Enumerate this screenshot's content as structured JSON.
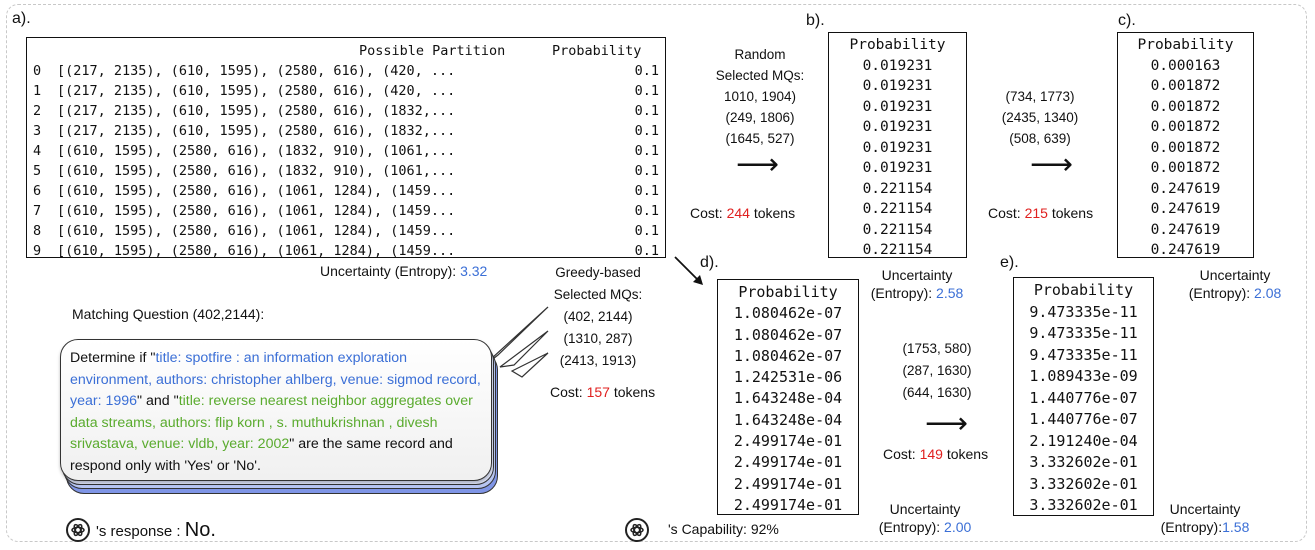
{
  "panels": {
    "a": "a).",
    "b": "b).",
    "c": "c).",
    "d": "d).",
    "e": "e)."
  },
  "table_a": {
    "header_partition": "Possible Partition",
    "header_probability": "Probability",
    "rows": [
      {
        "index": "0",
        "partition": "[(217, 2135), (610, 1595), (2580, 616), (420, ...",
        "probability": "0.1"
      },
      {
        "index": "1",
        "partition": "[(217, 2135), (610, 1595), (2580, 616), (420, ...",
        "probability": "0.1"
      },
      {
        "index": "2",
        "partition": "[(217, 2135), (610, 1595), (2580, 616), (1832,...",
        "probability": "0.1"
      },
      {
        "index": "3",
        "partition": "[(217, 2135), (610, 1595), (2580, 616), (1832,...",
        "probability": "0.1"
      },
      {
        "index": "4",
        "partition": "[(610, 1595), (2580, 616), (1832, 910), (1061,...",
        "probability": "0.1"
      },
      {
        "index": "5",
        "partition": "[(610, 1595), (2580, 616), (1832, 910), (1061,...",
        "probability": "0.1"
      },
      {
        "index": "6",
        "partition": "[(610, 1595), (2580, 616), (1061, 1284), (1459...",
        "probability": "0.1"
      },
      {
        "index": "7",
        "partition": "[(610, 1595), (2580, 616), (1061, 1284), (1459...",
        "probability": "0.1"
      },
      {
        "index": "8",
        "partition": "[(610, 1595), (2580, 616), (1061, 1284), (1459...",
        "probability": "0.1"
      },
      {
        "index": "9",
        "partition": "[(610, 1595), (2580, 616), (1061, 1284), (1459...",
        "probability": "0.1"
      }
    ],
    "uncertainty_label": "Uncertainty (Entropy): ",
    "uncertainty_value": "3.32"
  },
  "random_mqs": {
    "title_line1": "Random",
    "title_line2": "Selected MQs:",
    "items": [
      "1010, 1904)",
      "(249, 1806)",
      "(1645, 527)"
    ],
    "cost_prefix": "Cost: ",
    "cost_value": "244",
    "cost_suffix": " tokens"
  },
  "table_b": {
    "header": "Probability",
    "values": [
      "0.019231",
      "0.019231",
      "0.019231",
      "0.019231",
      "0.019231",
      "0.019231",
      "0.221154",
      "0.221154",
      "0.221154",
      "0.221154"
    ],
    "uncertainty_line1": "Uncertainty",
    "uncertainty_line2": "(Entropy): ",
    "uncertainty_value": "2.58"
  },
  "bc_mqs": {
    "items": [
      "(734, 1773)",
      "(2435, 1340)",
      "(508, 639)"
    ],
    "cost_prefix": "Cost: ",
    "cost_value": "215",
    "cost_suffix": " tokens"
  },
  "table_c": {
    "header": "Probability",
    "values": [
      "0.000163",
      "0.001872",
      "0.001872",
      "0.001872",
      "0.001872",
      "0.001872",
      "0.247619",
      "0.247619",
      "0.247619",
      "0.247619"
    ],
    "uncertainty_line1": "Uncertainty",
    "uncertainty_line2": "(Entropy): ",
    "uncertainty_value": "2.08"
  },
  "greedy_mqs": {
    "title_line1": "Greedy-based",
    "title_line2": "Selected MQs:",
    "items": [
      "(402, 2144)",
      "(1310, 287)",
      "(2413, 1913)"
    ],
    "cost_prefix": "Cost: ",
    "cost_value": "157",
    "cost_suffix": " tokens"
  },
  "table_d": {
    "header": "Probability",
    "values": [
      "1.080462e-07",
      "1.080462e-07",
      "1.080462e-07",
      "1.242531e-06",
      "1.643248e-04",
      "1.643248e-04",
      "2.499174e-01",
      "2.499174e-01",
      "2.499174e-01",
      "2.499174e-01"
    ],
    "uncertainty_line1": "Uncertainty",
    "uncertainty_line2": "(Entropy): ",
    "uncertainty_value": "2.00"
  },
  "de_mqs": {
    "items": [
      "(1753, 580)",
      "(287, 1630)",
      "(644, 1630)"
    ],
    "cost_prefix": "Cost: ",
    "cost_value": "149",
    "cost_suffix": " tokens"
  },
  "table_e": {
    "header": "Probability",
    "values": [
      "9.473335e-11",
      "9.473335e-11",
      "9.473335e-11",
      "1.089433e-09",
      "1.440776e-07",
      "1.440776e-07",
      "2.191240e-04",
      "3.332602e-01",
      "3.332602e-01",
      "3.332602e-01"
    ],
    "uncertainty_line1": "Uncertainty",
    "uncertainty_line2": "(Entropy):",
    "uncertainty_value": "1.58"
  },
  "matching_question": {
    "label": "Matching Question (402,2144):",
    "p1": "Determine if \"",
    "p2": "title: spotfire : an information exploration environment, authors: christopher ahlberg, venue: sigmod record, year: 1996",
    "p3": "\" and \"",
    "p4": "title: reverse nearest neighbor aggregates over data streams, authors: flip korn , s. muthukrishnan , divesh srivastava, venue: vldb, year: 2002",
    "p5": "\" are the same record and respond only with 'Yes' or 'No'."
  },
  "response": {
    "label": "'s response : ",
    "value": "No."
  },
  "capability": {
    "label": "'s Capability: 92%"
  },
  "icons": {
    "arrow": "long-right-arrow-icon",
    "logo": "openai-logo-icon"
  },
  "colors": {
    "blue": "#3b6fd6",
    "red": "#e0201f",
    "green": "#5aab2e"
  }
}
